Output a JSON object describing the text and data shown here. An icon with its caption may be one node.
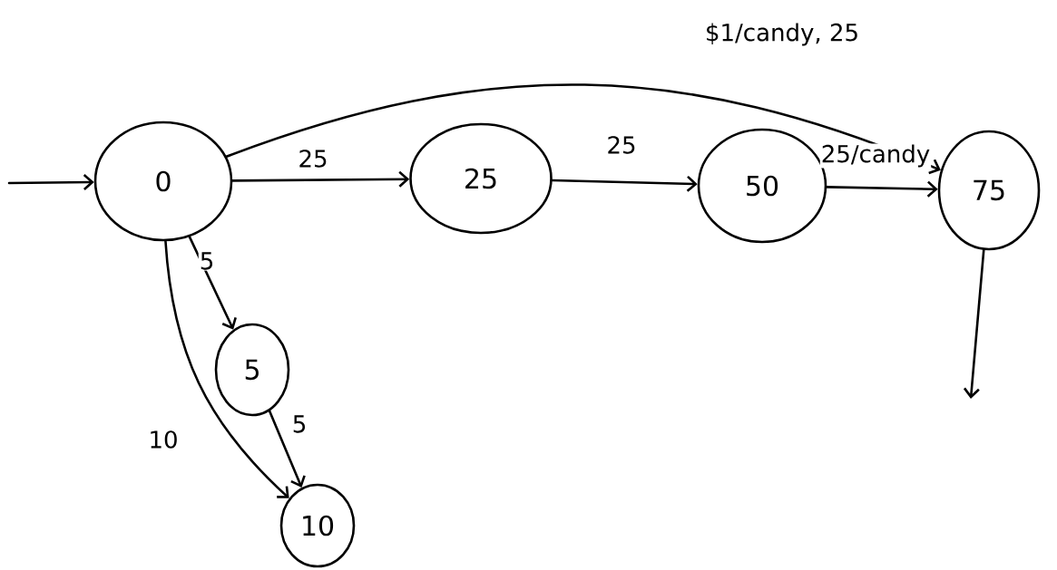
{
  "diagram": {
    "nodes": [
      {
        "text": [
          "0"
        ]
      },
      {
        "text": [
          "25"
        ]
      },
      {
        "text": [
          "50"
        ]
      },
      {
        "text": [
          "75"
        ]
      },
      {
        "text": [
          "5"
        ]
      },
      {
        "text": [
          "10"
        ]
      }
    ],
    "edges": [
      {
        "from": null,
        "to": 0,
        "arrow": "to"
      },
      {
        "from": 0,
        "to": 1,
        "arrow": "to",
        "label": "25"
      },
      {
        "from": 1,
        "to": 2,
        "arrow": "to",
        "label": "25"
      },
      {
        "from": 2,
        "to": 3,
        "arrow": "to",
        "label": "25/candy"
      },
      {
        "from": 0,
        "to": 3,
        "arrow": "to",
        "label": "$1/candy, 25"
      },
      {
        "from": 3,
        "to": null,
        "arrow": "to"
      },
      {
        "from": 0,
        "to": 4,
        "arrow": "to",
        "label": "5"
      },
      {
        "from": 4,
        "to": 5,
        "arrow": "to",
        "label": "5"
      },
      {
        "from": 0,
        "to": 5,
        "arrow": "to",
        "label": "10"
      }
    ]
  }
}
